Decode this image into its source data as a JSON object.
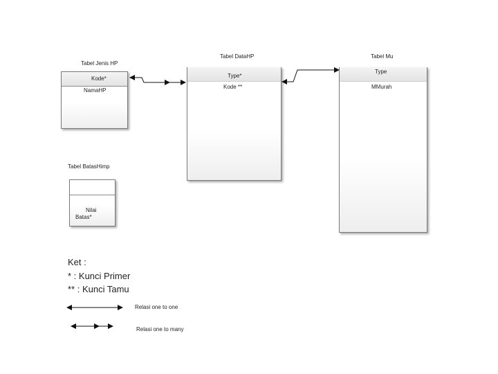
{
  "tables": {
    "jenis": {
      "title": "Tabel Jenis HP",
      "primary": "Kode*",
      "fields": [
        "NamaHP"
      ]
    },
    "datahp": {
      "title": "Tabel DataHP",
      "primary": "Type*",
      "foreign": "Kode **"
    },
    "mu": {
      "title": "Tabel Mu",
      "primary": "Type",
      "fields": [
        "MMurah"
      ]
    },
    "batas": {
      "title": "Tabel BatasHimp",
      "fields": [
        "Nilai",
        "Batas*"
      ]
    }
  },
  "legend": {
    "heading": "Ket :",
    "primary_key": "* : Kunci Primer",
    "foreign_key": "** : Kunci Tamu",
    "one_to_one": "Relasi one to one",
    "one_to_many": "Relasi one to many"
  }
}
